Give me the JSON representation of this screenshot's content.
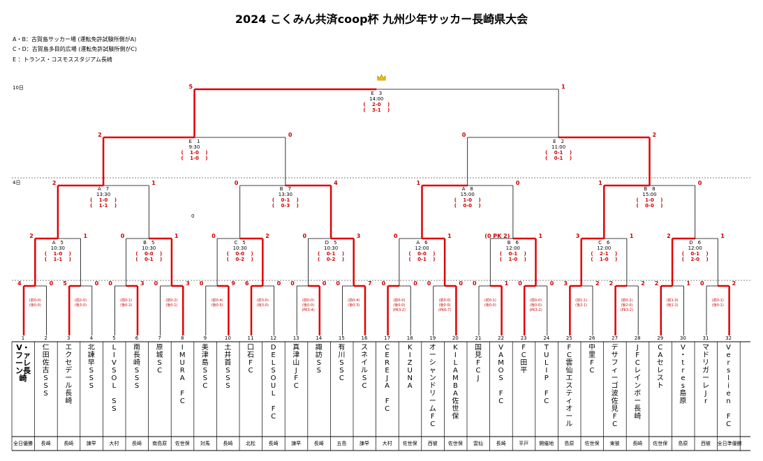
{
  "title": "2024 こくみん共済coop杯 九州少年サッカー長崎県大会",
  "venues": [
    "A・B：古賀島サッカー場 (運転免許試験所側がA)",
    "C・D：古賀島多目的広場 (運転免許試験所側がC)",
    "E ：トランス・コスモススタジアム長崎"
  ],
  "day_labels": {
    "day1": "4日",
    "day2": "10日"
  },
  "stray_zero": "0",
  "colors": {
    "line": "#e00000",
    "line_thin": "#000000",
    "accent": "#cc0000"
  },
  "icons": {
    "champion": "crown-icon"
  },
  "teams": [
    {
      "num": "1",
      "name": "V・\nファーレン長崎",
      "pref": "全日優勝",
      "winner": true
    },
    {
      "num": "2",
      "name": "仁\n田\n佐\n古\nS\nS\nS",
      "pref": "長崎"
    },
    {
      "num": "3",
      "name": "エ\nク\nセ\nデ\nー\nル\n長\n崎",
      "pref": "長崎"
    },
    {
      "num": "4",
      "name": "北\n諫\n早\nS\nS\nS",
      "pref": "諫早"
    },
    {
      "num": "5",
      "name": "L\nI\nV\nS\nO\nL\n\nS\nS",
      "pref": "大村"
    },
    {
      "num": "6",
      "name": "南\n長\n崎\nS\nS\nS",
      "pref": "長崎"
    },
    {
      "num": "7",
      "name": "原\n城\nS\nC",
      "pref": "南島原"
    },
    {
      "num": "8",
      "name": "I\nM\nU\nR\nA\n\nF\nC",
      "pref": "佐世保"
    },
    {
      "num": "9",
      "name": "美\n津\n島\nS\nS\nC",
      "pref": "対馬"
    },
    {
      "num": "10",
      "name": "土\n井\n首\nS\nS\nS",
      "pref": "長崎"
    },
    {
      "num": "11",
      "name": "口\n石\nF\nC",
      "pref": "北松"
    },
    {
      "num": "12",
      "name": "D\nE\nL\nS\nO\nU\nL\n\nF\nC",
      "pref": "長崎"
    },
    {
      "num": "13",
      "name": "真\n津\n山\nJ\nF\nC",
      "pref": "諫早"
    },
    {
      "num": "14",
      "name": "諏\n訪\nS\nS",
      "pref": "長崎"
    },
    {
      "num": "15",
      "name": "有\n川\nS\nS\nC",
      "pref": "五島"
    },
    {
      "num": "16",
      "name": "ス\nネ\nイ\nル\nS\nC",
      "pref": "諫早"
    },
    {
      "num": "17",
      "name": "C\nE\nR\nE\nJ\nA\n\nF\nC",
      "pref": "大村"
    },
    {
      "num": "18",
      "name": "K\nI\nZ\nU\nN\nA",
      "pref": "佐世保"
    },
    {
      "num": "19",
      "name": "オ\nー\nシ\nャ\nン\nド\nリ\nー\nム\nF\nC",
      "pref": "西彼"
    },
    {
      "num": "20",
      "name": "K\nI\nL\nA\nM\nB\nA\n佐\n世\n保",
      "pref": "佐世保"
    },
    {
      "num": "21",
      "name": "国\n見\nF\nC\nJ",
      "pref": "雲仙"
    },
    {
      "num": "22",
      "name": "V\nA\nM\nO\nS\n\nF\nC",
      "pref": "長崎"
    },
    {
      "num": "23",
      "name": "F\nC\n田\n平",
      "pref": "平戸"
    },
    {
      "num": "24",
      "name": "T\nU\nL\nI\nP\n\nF\nC",
      "pref": "開催地"
    },
    {
      "num": "25",
      "name": "F\nC\n雲\n仙\nエ\nス\nテ\nィ\nオ\nー\nル",
      "pref": "島原"
    },
    {
      "num": "26",
      "name": "中\n里\nF\nC",
      "pref": "佐世保"
    },
    {
      "num": "27",
      "name": "デ\nサ\nフ\nィ\nー\nゴ\n波\n佐\n見\nF\nC",
      "pref": "東彼"
    },
    {
      "num": "28",
      "name": "J\nF\nC\nレ\nイ\nン\nボ\nー\n長\n崎",
      "pref": "長崎"
    },
    {
      "num": "29",
      "name": "C\nA\nセ\nレ\nス\nト",
      "pref": "佐世保"
    },
    {
      "num": "30",
      "name": "V\n・\nt\nr\ne\ns\n島\n原",
      "pref": "島原"
    },
    {
      "num": "31",
      "name": "マ\nド\nリ\nガ\nー\nレ\nJ\nr",
      "pref": "西彼"
    },
    {
      "num": "32",
      "name": "V\ne\nr\ns\nl\ni\ne\nn\n\nF\nC",
      "pref": "全日準優勝"
    }
  ],
  "r1": [
    {
      "s": [
        "4",
        "0"
      ],
      "pk": [
        "(前0-0)",
        "(後0-0)"
      ]
    },
    {
      "s": [
        "5",
        "0"
      ],
      "pk": [
        "(前2-0)",
        "(後3-0)"
      ]
    },
    {
      "s": [
        "0",
        "3"
      ],
      "pk": [
        "(前0-1)",
        "(後0-2)"
      ]
    },
    {
      "s": [
        "0",
        "3"
      ],
      "pk": [
        "(前0-2)",
        "(後0-1)"
      ]
    },
    {
      "s": [
        "0",
        "9"
      ],
      "pk": [
        "(前0-4)",
        "(後0-5)"
      ]
    },
    {
      "s": [
        "6",
        "0"
      ],
      "pk": [
        "(前3-0)",
        "(後3-0)"
      ]
    },
    {
      "s": [
        "0",
        "0"
      ],
      "pk": [
        "(前0-0)",
        "(後0-0)",
        "(PK3-4)"
      ]
    },
    {
      "s": [
        "0",
        "7"
      ],
      "pk": [
        "(前0-4)",
        "(後0-3)"
      ]
    },
    {
      "s": [
        "0",
        "0"
      ],
      "pk": [
        "(前0-0)",
        "(後0-0)",
        "(PK3-2)"
      ]
    },
    {
      "s": [
        "0",
        "0"
      ],
      "pk": [
        "(前0-0)",
        "(後0-0)",
        "(PK6-7)"
      ]
    },
    {
      "s": [
        "0",
        "1"
      ],
      "pk": [
        "(前0-1)",
        "(後0-0)"
      ]
    },
    {
      "s": [
        "0",
        "0"
      ],
      "pk": [
        "(前0-0)",
        "(後0-0)",
        "(PK3-2)"
      ]
    },
    {
      "s": [
        "3",
        "2"
      ],
      "pk": [
        "(前1-1)",
        "(後2-1)"
      ]
    },
    {
      "s": [
        "2",
        "2"
      ],
      "pk": [
        "(前0-2)",
        "(後2-0)",
        "(PK3-2)"
      ]
    },
    {
      "s": [
        "2",
        "1"
      ],
      "pk": [
        "(前1-0)",
        "(後1-1)"
      ]
    },
    {
      "s": [
        "0",
        "2"
      ],
      "pk": [
        "(前0-1)",
        "(後0-1)"
      ]
    }
  ],
  "r2": [
    {
      "court": "A　5",
      "time": "10:30",
      "h1": "1-0",
      "h2": "1-1",
      "s": [
        "2",
        "1"
      ]
    },
    {
      "court": "B　5",
      "time": "10:30",
      "h1": "0-0",
      "h2": "0-1",
      "s": [
        "0",
        "1"
      ]
    },
    {
      "court": "C　5",
      "time": "10:30",
      "h1": "0-0",
      "h2": "0-2",
      "s": [
        "0",
        "2"
      ]
    },
    {
      "court": "D　5",
      "time": "10:30",
      "h1": "0-1",
      "h2": "0-2",
      "s": [
        "0",
        "3"
      ]
    },
    {
      "court": "A　6",
      "time": "12:00",
      "h1": "0-0",
      "h2": "0-1",
      "s": [
        "0",
        "1"
      ]
    },
    {
      "court": "B　6",
      "time": "12:00",
      "h1": "0-1",
      "h2": "1-0",
      "s": [
        "(0 PK 2)",
        "1"
      ]
    },
    {
      "court": "C　6",
      "time": "12:00",
      "h1": "2-1",
      "h2": "1-0",
      "s": [
        "3",
        "1"
      ]
    },
    {
      "court": "D　6",
      "time": "12:00",
      "h1": "0-1",
      "h2": "2-0",
      "s": [
        "2",
        "1"
      ]
    }
  ],
  "qf": [
    {
      "court": "A　7",
      "time": "13:30",
      "h1": "1-0",
      "h2": "1-1",
      "s": [
        "2",
        "1"
      ]
    },
    {
      "court": "B　7",
      "time": "13:30",
      "h1": "0-1",
      "h2": "0-3",
      "s": [
        "0",
        "4"
      ]
    },
    {
      "court": "A　8",
      "time": "15:00",
      "h1": "1-0",
      "h2": "0-0",
      "s": [
        "1",
        "0"
      ]
    },
    {
      "court": "B　8",
      "time": "15:00",
      "h1": "1-0",
      "h2": "0-0",
      "s": [
        "1",
        "0"
      ]
    }
  ],
  "sf": [
    {
      "court": "E　1",
      "time": "9:30",
      "h1": "1-0",
      "h2": "1-0",
      "s": [
        "2",
        "0"
      ]
    },
    {
      "court": "E　2",
      "time": "11:00",
      "h1": "0-1",
      "h2": "0-1",
      "s": [
        "0",
        "2"
      ]
    }
  ],
  "final": {
    "court": "E　3",
    "time": "14:00",
    "h1": "2-0",
    "h2": "3-1",
    "s": [
      "5",
      "1"
    ]
  }
}
